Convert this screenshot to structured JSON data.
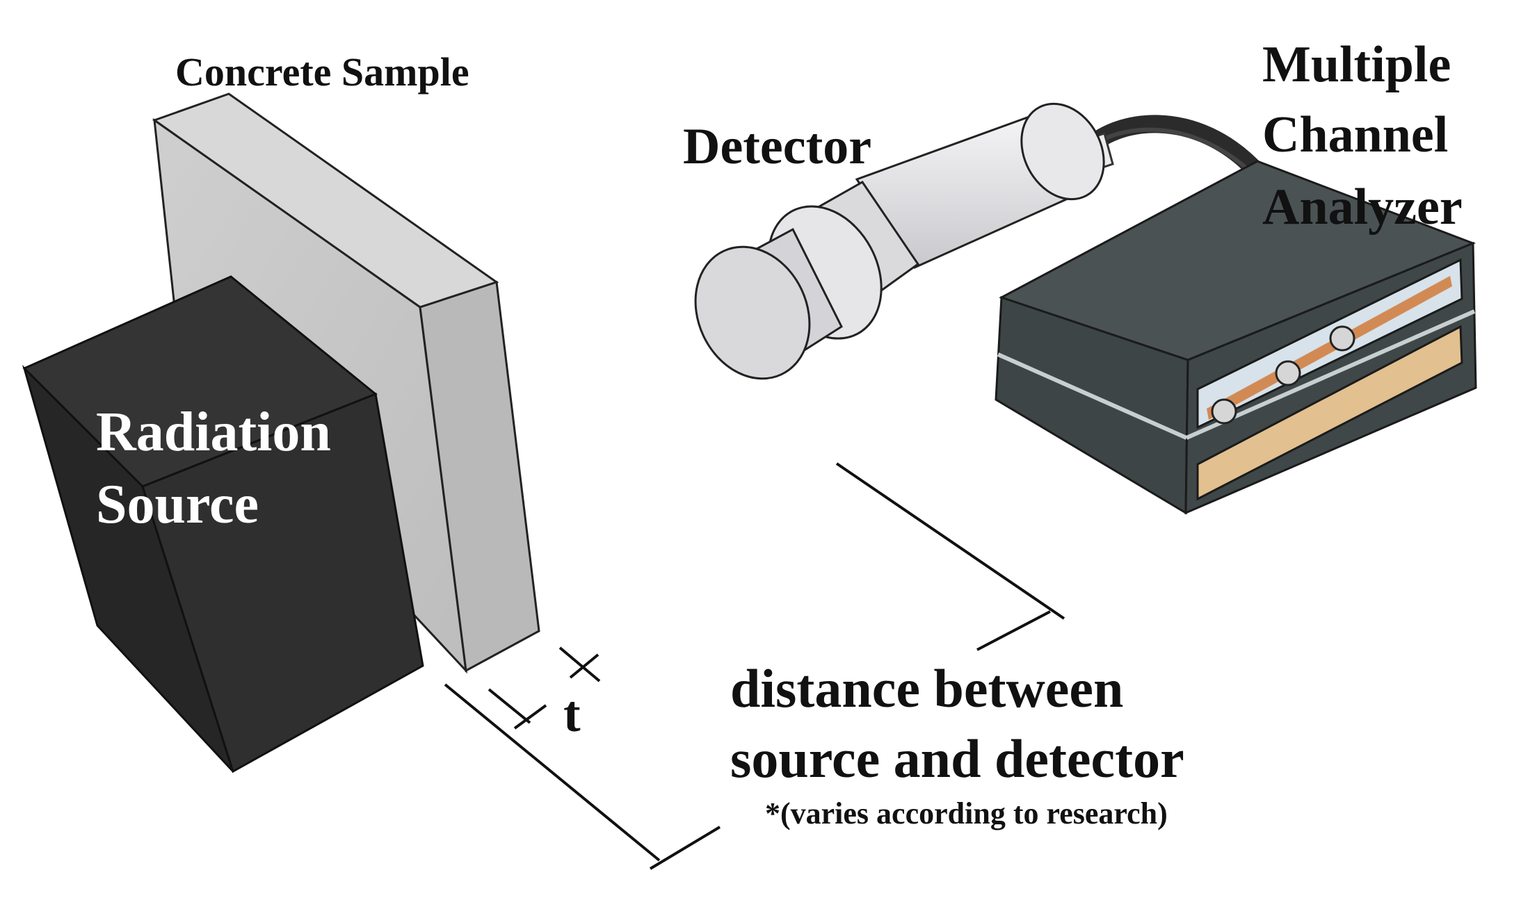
{
  "labels": {
    "concrete_sample": "Concrete Sample",
    "radiation_source_line1": "Radiation",
    "radiation_source_line2": "Source",
    "detector": "Detector",
    "analyzer_line1": "Multiple",
    "analyzer_line2": "Channel",
    "analyzer_line3": "Analyzer",
    "thickness": "t",
    "distance_line1": "distance between",
    "distance_line2": "source and detector",
    "distance_note": "*(varies according to research)"
  },
  "colors": {
    "background": "#ffffff",
    "source_box": "#2d2d2d",
    "concrete": "#c9c9c9",
    "detector": "#e4e4e6",
    "analyzer": "#454d4f",
    "analyzer_strip": "#e0b98a",
    "text_dark": "#111111",
    "text_light": "#ffffff"
  }
}
